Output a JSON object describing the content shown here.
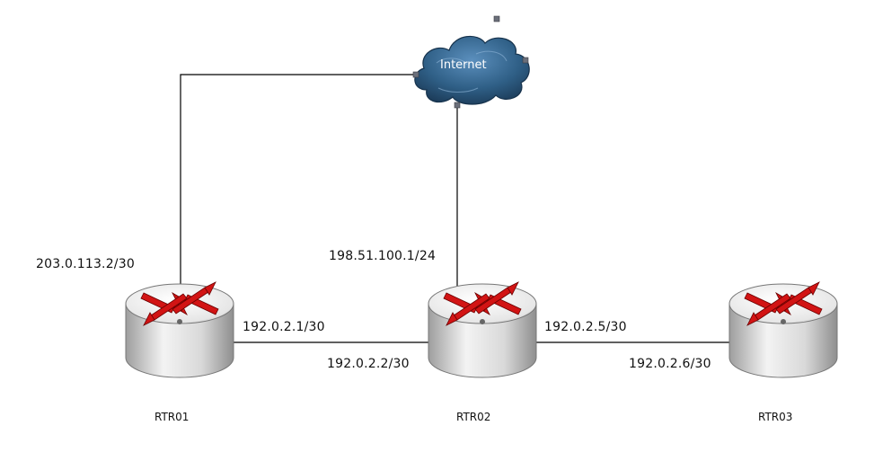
{
  "cloud": {
    "label": "Internet"
  },
  "routers": [
    {
      "name": "RTR01"
    },
    {
      "name": "RTR02"
    },
    {
      "name": "RTR03"
    }
  ],
  "interfaces": {
    "rtr01_internet": "203.0.113.2/30",
    "rtr01_rtr02": "192.0.2.1/30",
    "rtr02_rtr01": "192.0.2.2/30",
    "rtr02_internet": "198.51.100.1/24",
    "rtr02_rtr03": "192.0.2.5/30",
    "rtr03_rtr02": "192.0.2.6/30"
  },
  "colors": {
    "link": "#000000",
    "cloud_fill": "#2f5f86",
    "arrow": "#d21414",
    "router_body": "#e3e3e3"
  }
}
